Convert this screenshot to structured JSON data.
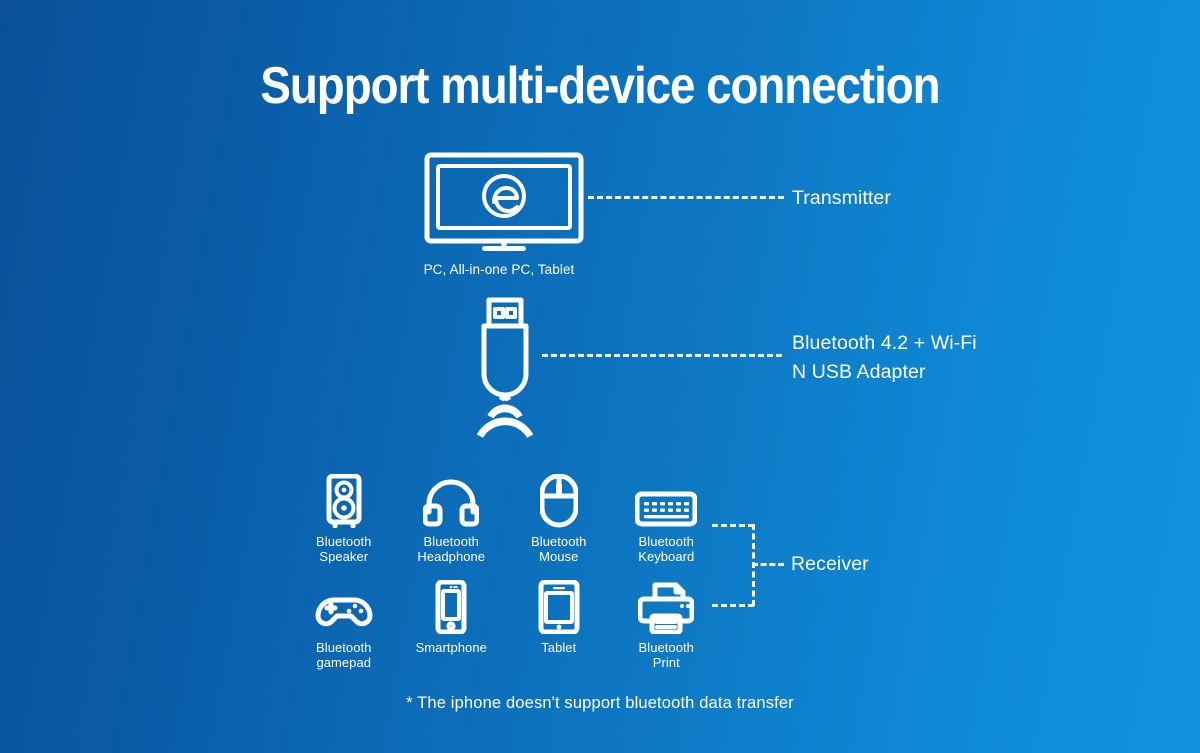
{
  "page": {
    "title": "Support multi-device connection",
    "footnote": "* The iphone doesn't support bluetooth data transfer",
    "bg_color_left": "#0a5199",
    "bg_color_right": "#1193de",
    "stroke_color": "#ffffff"
  },
  "transmitter": {
    "label": "Transmitter",
    "caption": "PC, All-in-one PC, Tablet",
    "icon": "monitor-icon",
    "screen_icon": "edge-browser-icon"
  },
  "adapter": {
    "label_line1": "Bluetooth 4.2 + Wi-Fi",
    "label_line2": "N USB Adapter",
    "icon": "usb-dongle-icon",
    "signal_icon": "wireless-signal-icon"
  },
  "receiver": {
    "label": "Receiver",
    "rows": [
      [
        {
          "label": "Bluetooth\nSpeaker",
          "icon": "speaker-icon"
        },
        {
          "label": "Bluetooth\nHeadphone",
          "icon": "headphone-icon"
        },
        {
          "label": "Bluetooth\nMouse",
          "icon": "mouse-icon"
        },
        {
          "label": "Bluetooth\nKeyboard",
          "icon": "keyboard-icon"
        }
      ],
      [
        {
          "label": "Bluetooth\ngamepad",
          "icon": "gamepad-icon"
        },
        {
          "label": "Smartphone",
          "icon": "smartphone-icon"
        },
        {
          "label": "Tablet",
          "icon": "tablet-icon"
        },
        {
          "label": "Bluetooth\nPrint",
          "icon": "printer-icon"
        }
      ]
    ]
  }
}
